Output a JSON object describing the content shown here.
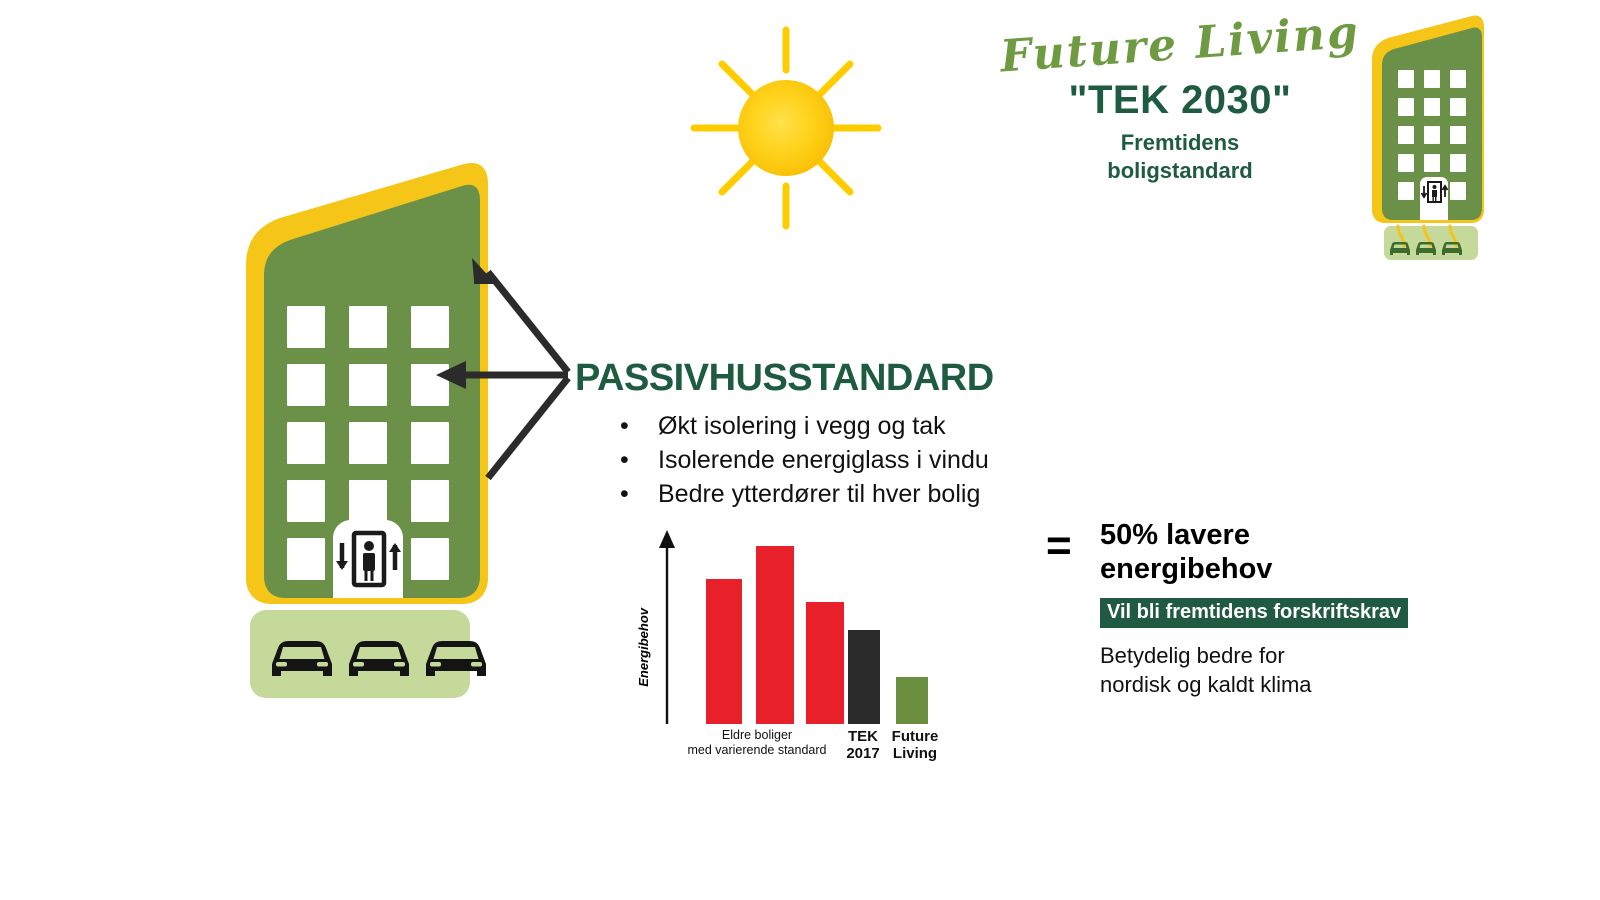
{
  "brand": {
    "script_name": "Future Living",
    "tek_title": "\"TEK 2030\"",
    "subtitle_line1": "Fremtidens",
    "subtitle_line2": "boligstandard"
  },
  "main": {
    "headline": "PASSIVHUSSTANDARD",
    "bullet_marker": "•",
    "bullets": [
      "Økt isolering i vegg og tak",
      "Isolerende energiglass i vindu",
      "Bedre ytterdører til hver bolig"
    ]
  },
  "summary": {
    "equals": "=",
    "title_line1": "50% lavere",
    "title_line2": "energibehov",
    "banner": "Vil bli fremtidens forskriftskrav",
    "note_line1": "Betydelig bedre for",
    "note_line2": "nordisk og kaldt klima"
  },
  "icons": {
    "sun": "sun-icon",
    "elevator": "elevator-icon",
    "car": "car-icon",
    "arrow": "arrow-icon"
  },
  "colors": {
    "building_green": "#6B9048",
    "building_outline_yellow": "#F5C518",
    "garage_green": "#C5D99B",
    "dark_green": "#1E5B41",
    "script_green": "#6E9A42",
    "bar_red": "#E8202A",
    "bar_dark": "#2B2B2B",
    "bar_green": "#6B8E3E",
    "sun_yellow": "#FFCC00",
    "arrow_black": "#2B2B2B"
  },
  "chart_data": {
    "type": "bar",
    "title": "",
    "xlabel": "",
    "ylabel": "Energibehov",
    "grid": false,
    "legend": false,
    "ylim": [
      0,
      100
    ],
    "categories": [
      "",
      "",
      "",
      "TEK 2017",
      "Future Living"
    ],
    "group_label": "Eldre boliger med varierende standard",
    "group_label_line1": "Eldre boliger",
    "group_label_line2": "med varierende standard",
    "bars": [
      {
        "index": 1,
        "label": "",
        "value": 74,
        "color": "#E8202A"
      },
      {
        "index": 2,
        "label": "",
        "value": 91,
        "color": "#E8202A"
      },
      {
        "index": 3,
        "label": "",
        "value": 62,
        "color": "#E8202A"
      },
      {
        "index": 4,
        "label": "TEK 2017",
        "label_line1": "TEK",
        "label_line2": "2017",
        "value": 48,
        "color": "#2B2B2B"
      },
      {
        "index": 5,
        "label": "Future Living",
        "label_line1": "Future",
        "label_line2": "Living",
        "value": 24,
        "color": "#6B8E3E"
      }
    ],
    "values": [
      74,
      91,
      62,
      48,
      24
    ]
  },
  "building_large": {
    "window_rows": 5,
    "window_cols": 3,
    "cars": 3
  },
  "building_small": {
    "window_rows": 5,
    "window_cols": 3,
    "cars": 3
  }
}
